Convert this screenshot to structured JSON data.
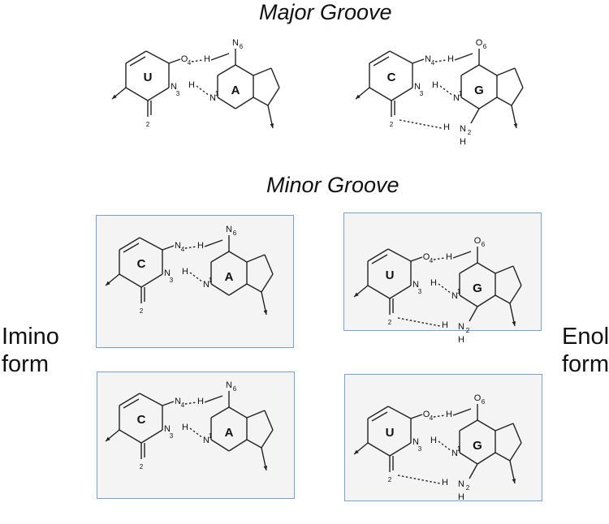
{
  "headings": {
    "major": "Major Groove",
    "minor": "Minor Groove"
  },
  "side_labels": {
    "left": [
      "Imino",
      "form"
    ],
    "right": [
      "Enol",
      "form"
    ]
  },
  "pairs": [
    {
      "id": "ua-standard",
      "pyrimidine": "U",
      "purine": "A",
      "pyr_top": {
        "atom": "O",
        "num": "4"
      },
      "pur_top": {
        "atom": "N",
        "num": "6"
      },
      "pyr_n3": "3",
      "pyr_o2": "2"
    },
    {
      "id": "cg-standard",
      "pyrimidine": "C",
      "purine": "G",
      "pyr_top": {
        "atom": "N",
        "num": "4"
      },
      "pur_top": {
        "atom": "O",
        "num": "6"
      },
      "pyr_n3": "3",
      "pyr_o2": "2",
      "pur_n2": {
        "atom": "N",
        "num": "2"
      }
    },
    {
      "id": "ca-imino",
      "pyrimidine": "C",
      "purine": "A",
      "pyr_top": {
        "atom": "N",
        "num": "4"
      },
      "pur_top": {
        "atom": "N",
        "num": "6"
      },
      "pyr_n3": "3",
      "pyr_o2": "2"
    },
    {
      "id": "ug-enol",
      "pyrimidine": "U",
      "purine": "G",
      "pyr_top": {
        "atom": "O",
        "num": "4"
      },
      "pur_top": {
        "atom": "O",
        "num": "6"
      },
      "pyr_n3": "3",
      "pyr_o2": "2",
      "pur_n2": {
        "atom": "N",
        "num": "2"
      }
    },
    {
      "id": "ca-imino-2",
      "pyrimidine": "C",
      "purine": "A",
      "pyr_top": {
        "atom": "N",
        "num": "4"
      },
      "pur_top": {
        "atom": "N",
        "num": "6"
      },
      "pyr_n3": "3",
      "pyr_o2": "2"
    },
    {
      "id": "ug-enol-2",
      "pyrimidine": "U",
      "purine": "G",
      "pyr_top": {
        "atom": "O",
        "num": "4"
      },
      "pur_top": {
        "atom": "O",
        "num": "6"
      },
      "pyr_n3": "3",
      "pyr_o2": "2",
      "pur_n2": {
        "atom": "N",
        "num": "2"
      }
    }
  ],
  "common_labels": {
    "hydrogen": "H",
    "nitrogen": "N",
    "n1_num": "1"
  }
}
